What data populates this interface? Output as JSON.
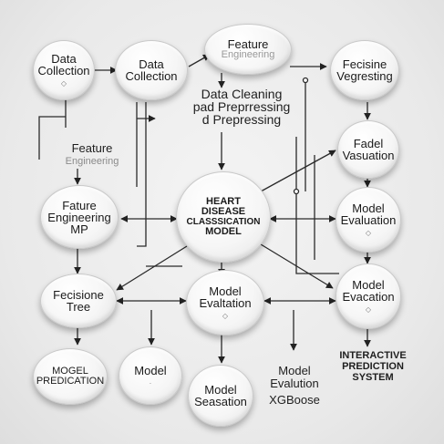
{
  "nodes": {
    "data_collection_1": {
      "line1": "Data",
      "line2": "Collection",
      "mark": "◇"
    },
    "data_collection_2": {
      "line1": "Data",
      "line2": "Collection"
    },
    "feature_engineering_top": {
      "line1": "Feature",
      "line2": "Engineering"
    },
    "fecisine_vegresting": {
      "line1": "Fecisine",
      "line2": "Vegresting"
    },
    "fadel_vasuation": {
      "line1": "Fadel",
      "line2": "Vasuation"
    },
    "feature_engineering_mp": {
      "line1": "Fature",
      "line2": "Engineering",
      "line3": "MP"
    },
    "heart_disease": {
      "line1": "HEART",
      "line2": "DISEASE",
      "line3": "CLASSSICATION",
      "line4": "MODEL"
    },
    "model_evaluation_right": {
      "line1": "Model",
      "line2": "Evaluation",
      "mark": "◇"
    },
    "fecisione_tree": {
      "line1": "Fecisione",
      "line2": "Tree"
    },
    "model_evaltation_center": {
      "line1": "Model",
      "line2": "Evaltation",
      "mark": "◇"
    },
    "model_evacation": {
      "line1": "Model",
      "line2": "Evacation",
      "mark": "◇"
    },
    "model_predication": {
      "line1": "MOGEL",
      "line2": "PREDICATION"
    },
    "model_small": {
      "line1": "Model",
      "mark": "·"
    },
    "model_seasation": {
      "line1": "Model",
      "line2": "Seasation"
    }
  },
  "labels": {
    "data_cleaning": {
      "line1": "Data Cleaning",
      "line2": "pad Preprressing",
      "line3": "d Prepressing"
    },
    "feature_engineering_free": {
      "line1": "Feature",
      "line2": "Engineering"
    },
    "model_evalution_xgboost": {
      "line1": "Model",
      "line2": "Evalution",
      "line3": "XGBoose"
    },
    "interactive": {
      "line1": "INTERACTIVE",
      "line2": "PREDICTION",
      "line3": "SYSTEM"
    }
  }
}
